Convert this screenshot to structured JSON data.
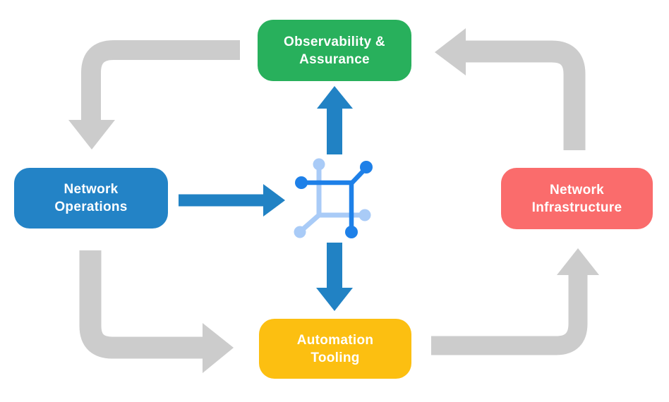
{
  "diagram": {
    "nodes": {
      "observability": {
        "lines": [
          "Observability &",
          "Assurance"
        ]
      },
      "operations": {
        "lines": [
          "Network",
          "Operations"
        ]
      },
      "infrastructure": {
        "lines": [
          "Network",
          "Infrastructure"
        ]
      },
      "automation": {
        "lines": [
          "Automation",
          "Tooling"
        ]
      }
    },
    "center_icon": "network-nodes-icon",
    "flows": {
      "gray_cycle": [
        "Observability & Assurance -> Network Operations",
        "Network Operations -> Automation Tooling",
        "Automation Tooling -> Network Infrastructure",
        "Network Infrastructure -> Observability & Assurance"
      ],
      "blue_arrows": [
        "Network Operations -> center icon",
        "center icon -> Observability & Assurance",
        "center icon -> Automation Tooling"
      ]
    }
  },
  "colors": {
    "observability_green": "#28B05C",
    "operations_blue": "#2383C6",
    "infrastructure_red": "#FA6C6C",
    "automation_yellow": "#FCBF11",
    "arrow_gray": "#CCCCCC",
    "arrow_blue": "#2182C4",
    "icon_dark_blue": "#1E80E8",
    "icon_light_blue": "#A9CBF7",
    "label_text": "#FFFFFF"
  }
}
